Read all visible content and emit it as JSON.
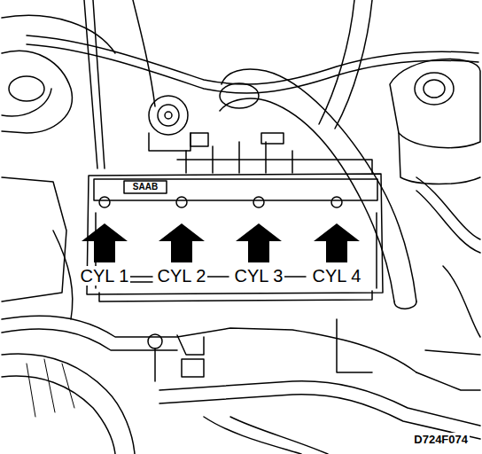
{
  "diagram": {
    "labels": [
      "SAAB",
      "CYL 1",
      "CYL 2",
      "CYL 3",
      "CYL 4",
      "D724F074"
    ]
  }
}
